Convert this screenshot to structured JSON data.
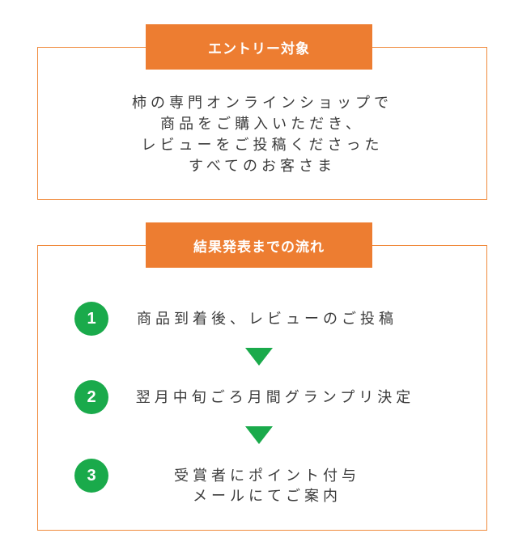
{
  "entry": {
    "title": "エントリー対象",
    "lines": [
      "柿の専門オンラインショップで",
      "商品をご購入いただき、",
      "レビューをご投稿くださった",
      "すべてのお客さま"
    ]
  },
  "flow": {
    "title": "結果発表までの流れ",
    "steps": [
      {
        "number": "1",
        "lines": [
          "商品到着後、レビューのご投稿"
        ]
      },
      {
        "number": "2",
        "lines": [
          "翌月中旬ごろ月間グランプリ決定"
        ]
      },
      {
        "number": "3",
        "lines": [
          "受賞者にポイント付与",
          "メールにてご案内"
        ]
      }
    ]
  },
  "colors": {
    "accent": "#ed7d31",
    "step": "#1aaa4b"
  }
}
